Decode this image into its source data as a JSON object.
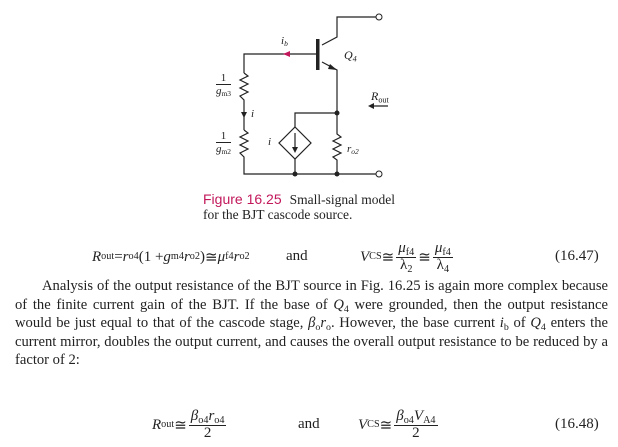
{
  "figure": {
    "labels": {
      "ib": "i",
      "ib_sub": "b",
      "q4": "Q",
      "q4_sub": "4",
      "rout": "R",
      "rout_sub": "out",
      "gm3_num": "1",
      "gm3": "g",
      "gm3_sub": "m3",
      "gm2_num": "1",
      "gm2": "g",
      "gm2_sub": "m2",
      "i_branch": "i",
      "i_source": "i",
      "ro2": "r",
      "ro2_sub": "o2"
    },
    "caption_label": "Figure 16.25",
    "caption_line1": "Small-signal model",
    "caption_line2": "for the BJT cascode source.",
    "accent_color": "#c2185b"
  },
  "eq1647": {
    "rout": "R",
    "rout_sub": "out",
    "eq": " = ",
    "ro4": "r",
    "ro4_sub": "o4",
    "paren_open": "(1 + ",
    "gm4": "g",
    "gm4_sub": "m4",
    "ro2": "r",
    "ro2_sub": "o2",
    "paren_close": ")",
    "approx": " ≅ ",
    "mu": "μ",
    "mu_sub": "f4",
    "ro2b": "r",
    "ro2b_sub": "o2",
    "and": "and",
    "vcs": "V",
    "vcs_sub": "CS",
    "approx2": " ≅ ",
    "f1_num": "μ",
    "f1_num_sub": "f4",
    "f1_den": "λ",
    "f1_den_sub": "2",
    "approx3": " ≅ ",
    "f2_num": "μ",
    "f2_num_sub": "f4",
    "f2_den": "λ",
    "f2_den_sub": "4",
    "number": "(16.47)"
  },
  "paragraph": {
    "t1": "Analysis of the output resistance of the BJT source in Fig. 16.25 is again more complex because of the finite current gain of the BJT. If the base of ",
    "q4a": "Q",
    "q4a_sub": "4",
    "t2": " were grounded, then the output resistance would be just equal to that of the cascode stage, ",
    "beta": "β",
    "beta_sub": "o",
    "r": "r",
    "r_sub": "o",
    "t3": ". However, the base current ",
    "ib": "i",
    "ib_sub": "b",
    "t4": " of ",
    "q4b": "Q",
    "q4b_sub": "4",
    "t5": " enters the current mirror, doubles the output current, and causes the overall output resistance to be reduced by a factor of 2:"
  },
  "eq1648": {
    "rout": "R",
    "rout_sub": "out",
    "approx": " ≅ ",
    "f1_b": "β",
    "f1_b_sub": "o4",
    "f1_r": "r",
    "f1_r_sub": "o4",
    "f1_den": "2",
    "and": "and",
    "vcs": "V",
    "vcs_sub": "CS",
    "approx2": " ≅ ",
    "f2_b": "β",
    "f2_b_sub": "o4",
    "f2_v": "V",
    "f2_v_sub": "A4",
    "f2_den": "2",
    "number": "(16.48)"
  }
}
